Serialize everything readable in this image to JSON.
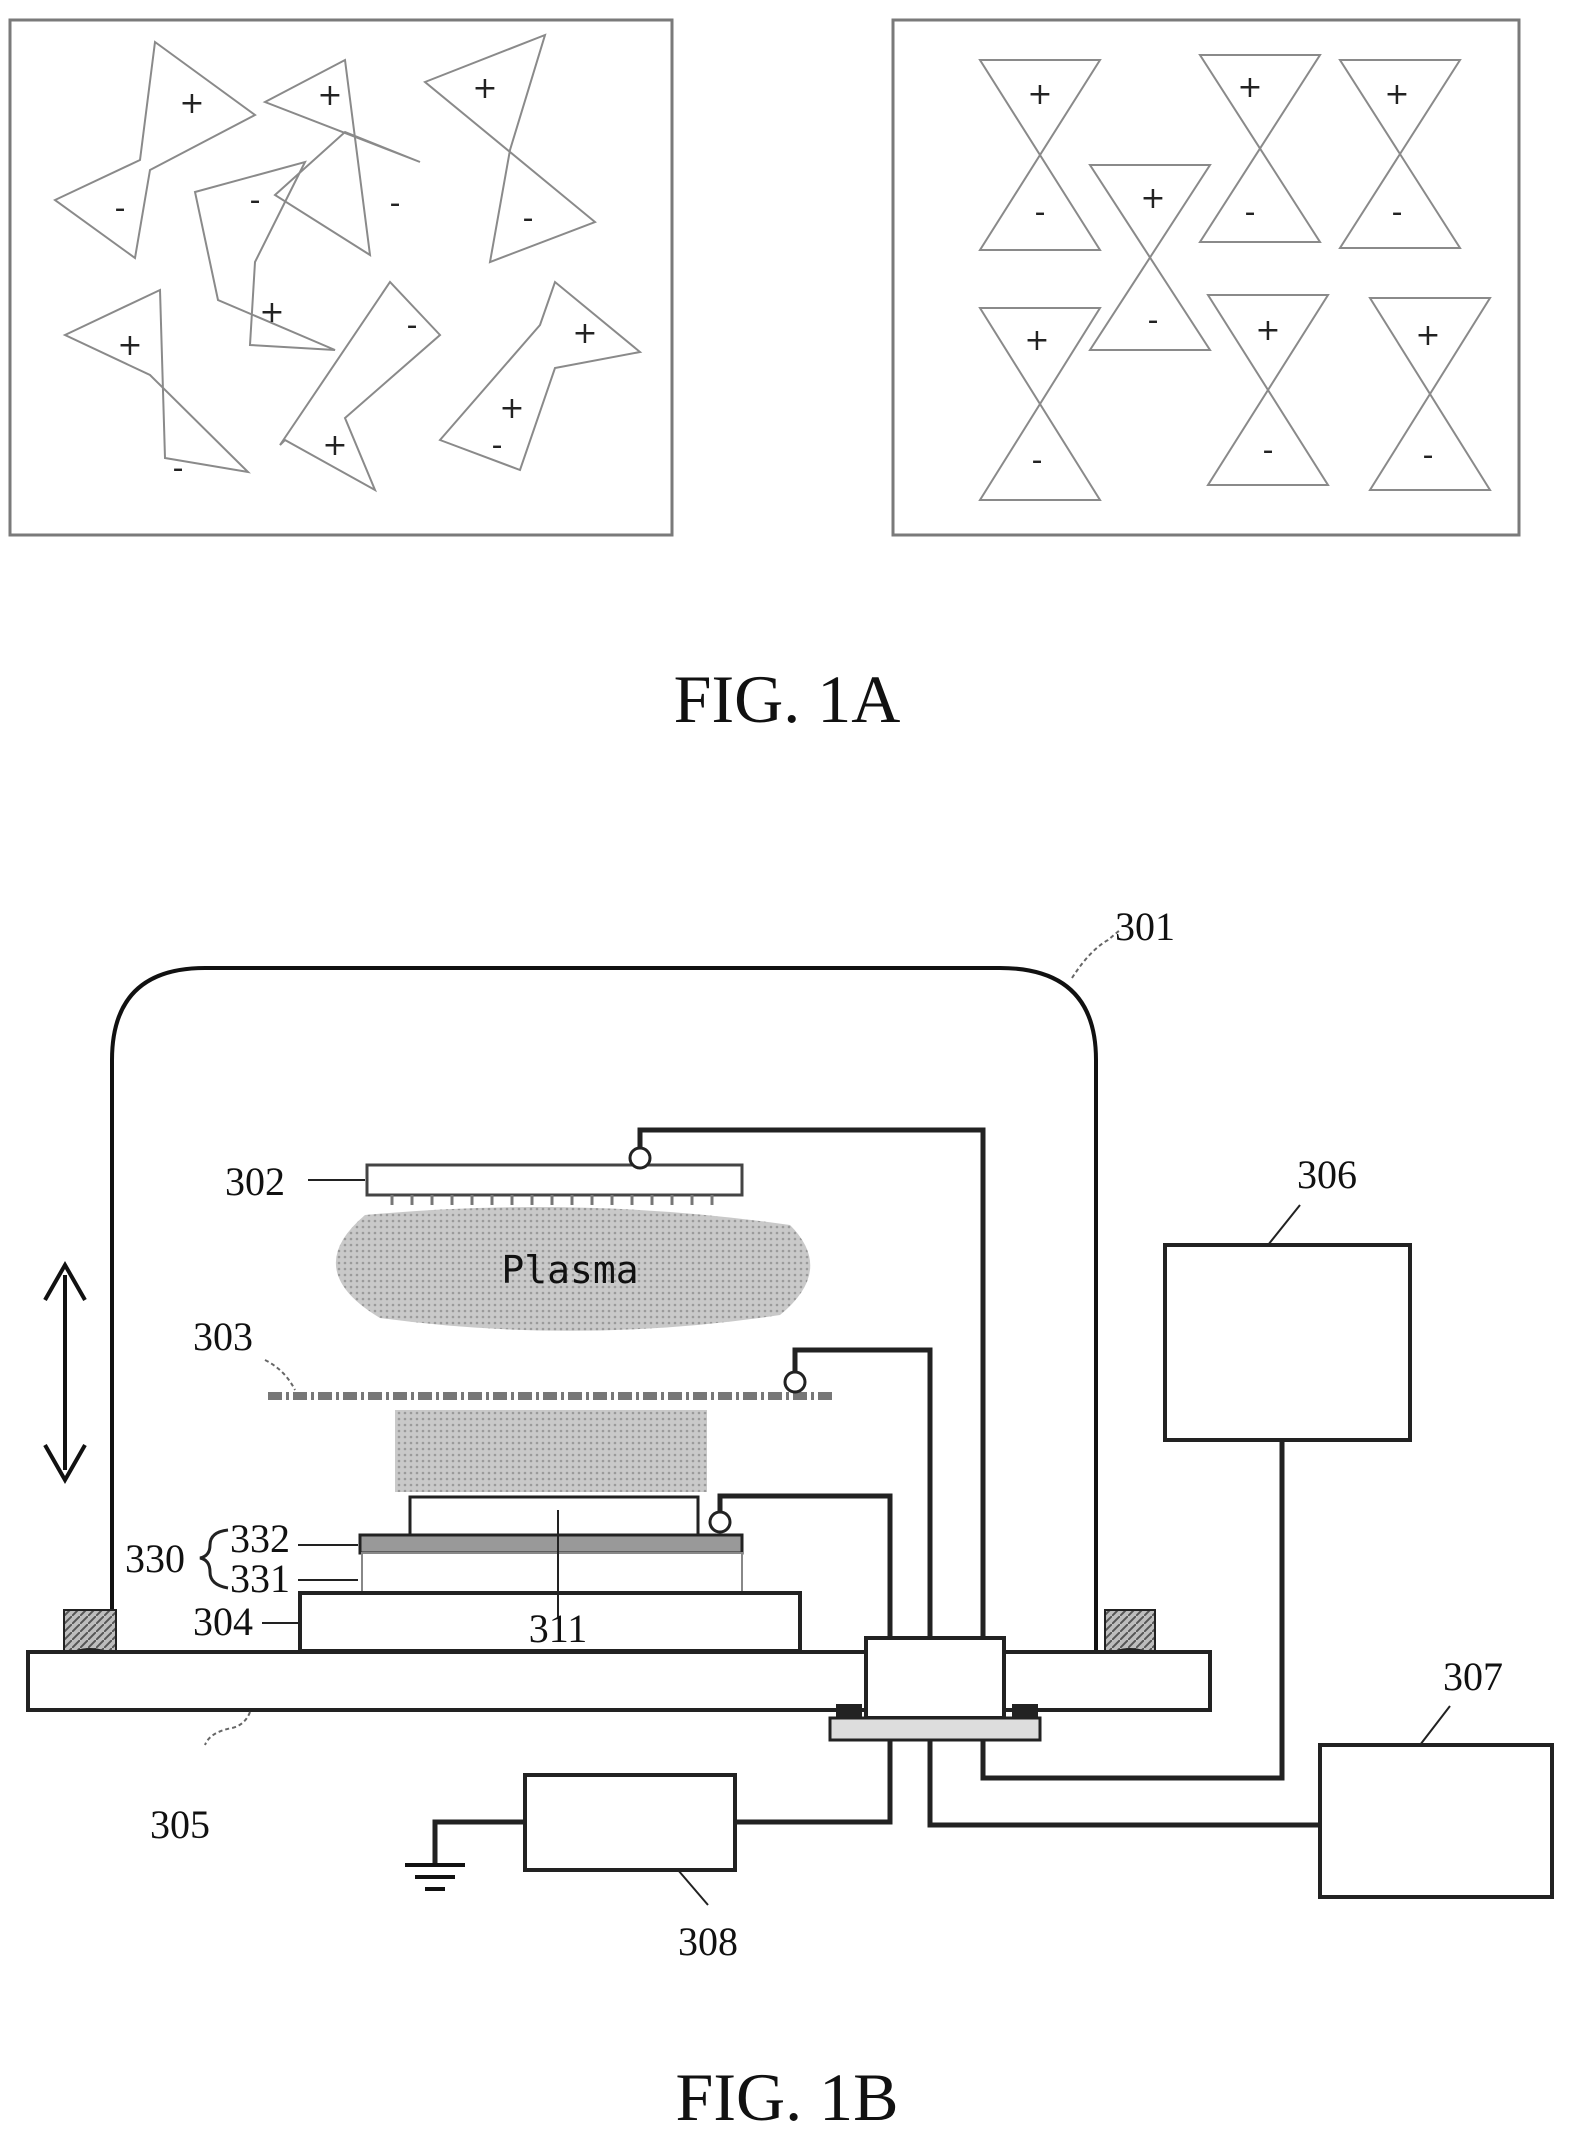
{
  "fig_1a": {
    "caption": "FIG. 1A",
    "left_panel": {
      "signs": [
        "+",
        "+",
        "+",
        "-",
        "-",
        "-",
        "-",
        "+",
        "+",
        "-",
        "+",
        "+",
        "-",
        "+",
        "-"
      ]
    },
    "right_panel": {
      "signs": [
        "+",
        "-",
        "+",
        "-",
        "+",
        "-",
        "+",
        "-",
        "+",
        "-",
        "+",
        "-",
        "+",
        "-"
      ]
    }
  },
  "fig_1b": {
    "caption": "FIG. 1B",
    "plasma_label": "Plasma",
    "labels": {
      "l301": "301",
      "l302": "302",
      "l303": "303",
      "l304": "304",
      "l305": "305",
      "l306": "306",
      "l307": "307",
      "l308": "308",
      "l311": "311",
      "l330": "330",
      "l331": "331",
      "l332": "332"
    }
  }
}
